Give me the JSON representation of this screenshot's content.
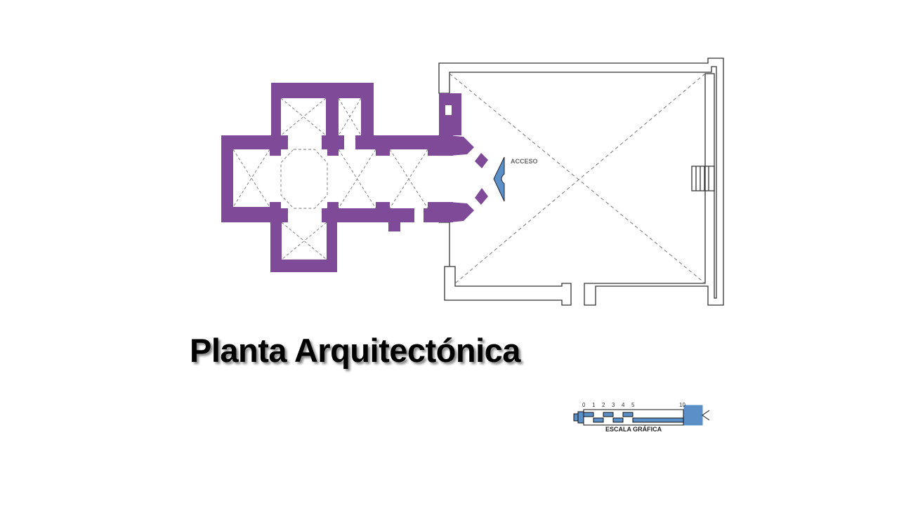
{
  "title": "Planta Arquitectónica",
  "access_label": "ACCESO",
  "scale": {
    "label": "ESCALA GRÁFICA",
    "ticks": [
      "0",
      "1",
      "2",
      "3",
      "4",
      "5",
      "10"
    ]
  },
  "colors": {
    "wall": "#7f4a98",
    "accent": "#5b8fc7"
  }
}
